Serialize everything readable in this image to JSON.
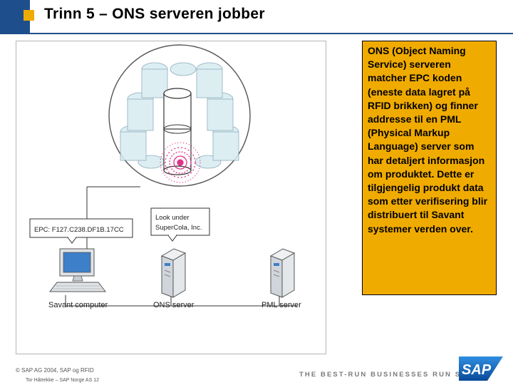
{
  "header": {
    "title": "Trinn 5 – ONS serveren jobber"
  },
  "diagram": {
    "epc_label": "EPC: F127.C238.DF1B.17CC",
    "bubble_line1": "Look under",
    "bubble_line2": "SuperCola, Inc.",
    "nodes": [
      "Savant computer",
      "ONS server",
      "PML server"
    ]
  },
  "description": "ONS (Object Naming Service) serveren matcher EPC koden (eneste data lagret på RFID brikken) og finner addresse til en PML (Physical Markup Language) server som har detaljert informasjon om produktet. Dette er tilgjengelig produkt data som etter verifisering blir distribuert til Savant systemer verden over.",
  "footer": {
    "copyright": "© SAP AG 2004, SAP og RFID",
    "author": "Tor Håtrekke – SAP Norge AS  12",
    "tagline": "THE BEST-RUN BUSINESSES RUN SAP",
    "logo_text": "SAP"
  },
  "colors": {
    "accent": "#f0ab00",
    "brand_blue": "#1f4e8c",
    "rfid_red": "#e0338a"
  }
}
